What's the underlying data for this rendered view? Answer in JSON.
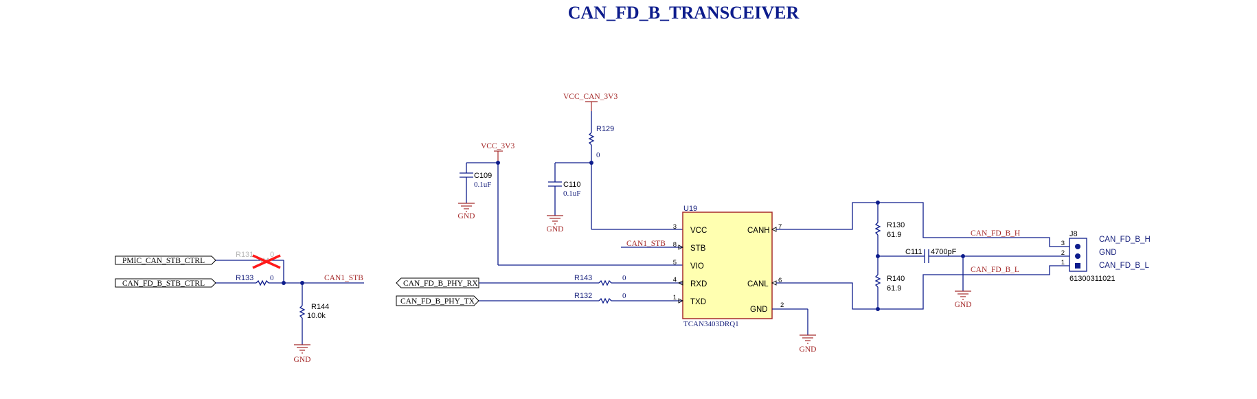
{
  "title": "CAN_FD_B_TRANSCEIVER",
  "colors": {
    "wire": "#0d1c8c",
    "net_label": "#a52a2a",
    "ic_fill": "#ffffb0",
    "ic_border": "#a52a2a",
    "dnp_mark": "#ff1a1a"
  },
  "power": {
    "vcc_can_3v3": "VCC_CAN_3V3",
    "vcc_3v3": "VCC_3V3",
    "gnd": "GND"
  },
  "ports": {
    "pmic_can_stb_ctrl": "PMIC_CAN_STB_CTRL",
    "can_fd_b_stb_ctrl": "CAN_FD_B_STB_CTRL",
    "can_fd_b_phy_rx": "CAN_FD_B_PHY_RX",
    "can_fd_b_phy_tx": "CAN_FD_B_PHY_TX"
  },
  "nets": {
    "can1_stb": "CAN1_STB",
    "can_fd_b_h": "CAN_FD_B_H",
    "can_fd_b_l": "CAN_FD_B_L"
  },
  "components": {
    "r131": {
      "ref": "R131",
      "value": "0"
    },
    "r133": {
      "ref": "R133",
      "value": "0"
    },
    "r144": {
      "ref": "R144",
      "value": "10.0k"
    },
    "r129": {
      "ref": "R129",
      "value": "0"
    },
    "c109": {
      "ref": "C109",
      "value": "0.1uF"
    },
    "c110": {
      "ref": "C110",
      "value": "0.1uF"
    },
    "r143": {
      "ref": "R143",
      "value": "0"
    },
    "r132": {
      "ref": "R132",
      "value": "0"
    },
    "r130": {
      "ref": "R130",
      "value": "61.9"
    },
    "r140": {
      "ref": "R140",
      "value": "61.9"
    },
    "c111": {
      "ref": "C111",
      "value": "4700pF"
    }
  },
  "u19": {
    "ref": "U19",
    "part": "TCAN3403DRQ1",
    "pins": [
      {
        "num": "3",
        "name": "VCC"
      },
      {
        "num": "8",
        "name": "STB"
      },
      {
        "num": "5",
        "name": "VIO"
      },
      {
        "num": "4",
        "name": "RXD"
      },
      {
        "num": "1",
        "name": "TXD"
      },
      {
        "num": "7",
        "name": "CANH"
      },
      {
        "num": "6",
        "name": "CANL"
      },
      {
        "num": "2",
        "name": "GND"
      }
    ]
  },
  "j8": {
    "ref": "J8",
    "part": "61300311021",
    "pins": [
      {
        "num": "3",
        "label": "CAN_FD_B_H"
      },
      {
        "num": "2",
        "label": "GND"
      },
      {
        "num": "1",
        "label": "CAN_FD_B_L"
      }
    ]
  }
}
